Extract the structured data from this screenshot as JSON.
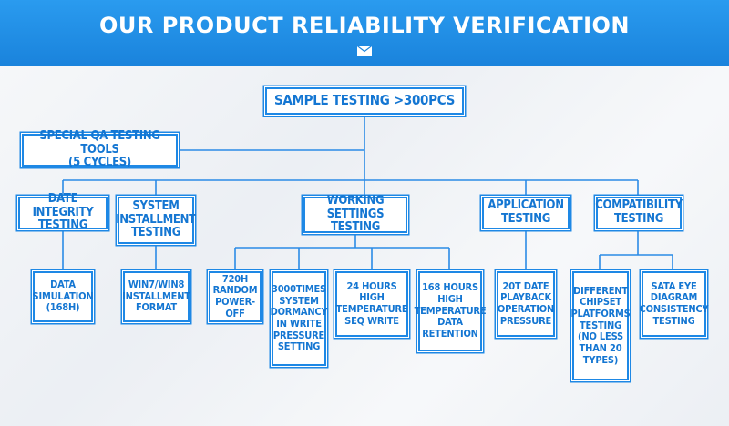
{
  "header": {
    "title": "OUR PRODUCT RELIABILITY VERIFICATION"
  },
  "diagram": {
    "root": "SAMPLE TESTING >300PCS",
    "qa_tools": "SPECIAL QA TESTING TOOLS\n(5 CYCLES)",
    "categories": [
      "DATE INTEGRITY\nTESTING",
      "SYSTEM\nINSTALLMENT\nTESTING",
      "WORKING\nSETTINGS TESTING",
      "APPLICATION\nTESTING",
      "COMPATIBILITY\nTESTING"
    ],
    "tests": [
      "DATA\nSIMULATION\n(168H)",
      "WIN7/WIN8\nINSTALLMENT\nFORMAT",
      "720H\nRANDOM\nPOWER-OFF",
      "3000TIMES\nSYSTEM\nDORMANCY\nIN WRITE\nPRESSURE\nSETTING",
      "24 HOURS\nHIGH\nTEMPERATURE\nSEQ WRITE",
      "168 HOURS\nHIGH\nTEMPERATURE\nDATA\nRETENTION",
      "20T DATE\nPLAYBACK\nOPERATION\nPRESSURE",
      "DIFFERENT\nCHIPSET\nPLATFORMS\nTESTING\n(NO LESS\nTHAN 20\nTYPES)",
      "SATA EYE\nDIAGRAM\nCONSISTENCY\nTESTING"
    ]
  },
  "icons": {
    "mail": "envelope-icon"
  },
  "colors": {
    "header": "#1a83dc",
    "box_border": "#1e88e5",
    "text": "#1476d2",
    "line": "#2b8be6"
  }
}
